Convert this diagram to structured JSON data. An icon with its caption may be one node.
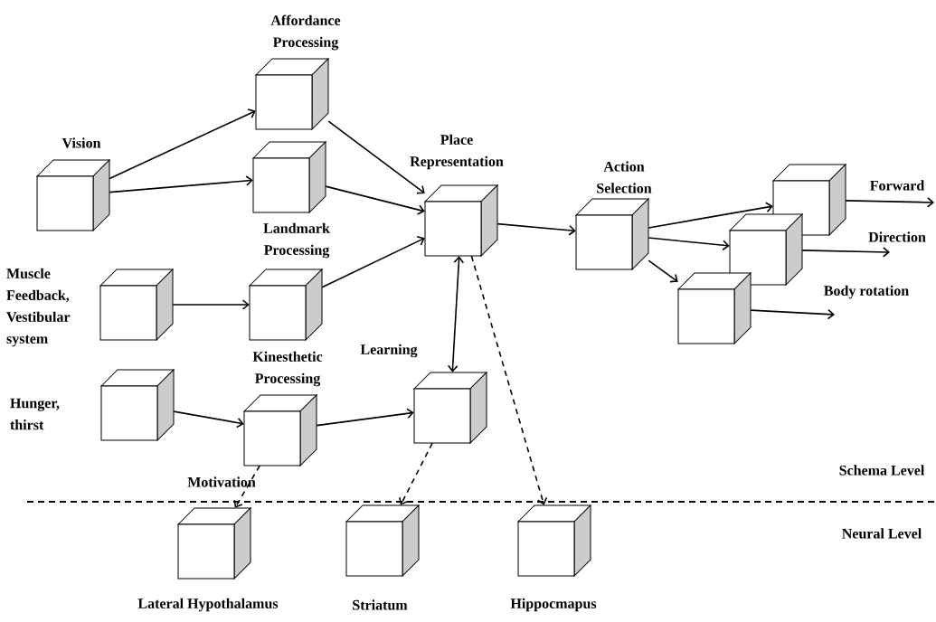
{
  "diagram": {
    "nodes": [
      {
        "text": [
          "Vision"
        ]
      },
      {
        "text": [
          "Affordance Processing"
        ]
      },
      {
        "text": [
          "Landmark Processing"
        ]
      },
      {
        "text": [
          "Muscle Feedback, Vestibular system"
        ]
      },
      {
        "text": [
          "Kinesthetic Processing"
        ]
      },
      {
        "text": [
          "Hunger, thirst"
        ]
      },
      {
        "text": [
          "Motivation"
        ]
      },
      {
        "text": [
          "Learning"
        ]
      },
      {
        "text": [
          "Place Representation"
        ]
      },
      {
        "text": [
          "Action Selection"
        ]
      },
      {
        "text": [],
        "shape": "cube"
      },
      {
        "text": [],
        "shape": "cube"
      },
      {
        "text": [],
        "shape": "cube"
      },
      {
        "text": [
          "Lateral Hypothalamus"
        ]
      },
      {
        "text": [
          "Striatum"
        ]
      },
      {
        "text": [
          "Hippocmapus"
        ]
      }
    ],
    "edges": [
      {
        "from": 0,
        "to": 1,
        "arrow": "to"
      },
      {
        "from": 0,
        "to": 2,
        "arrow": "to"
      },
      {
        "from": 1,
        "to": 8,
        "arrow": "to"
      },
      {
        "from": 2,
        "to": 8,
        "arrow": "to"
      },
      {
        "from": 3,
        "to": 4,
        "arrow": "to"
      },
      {
        "from": 4,
        "to": 8,
        "arrow": "to"
      },
      {
        "from": 5,
        "to": 6,
        "arrow": "to"
      },
      {
        "from": 6,
        "to": 7,
        "arrow": "to"
      },
      {
        "from": 8,
        "to": 7,
        "arrow": "both"
      },
      {
        "from": 8,
        "to": 9,
        "arrow": "to"
      },
      {
        "from": 9,
        "to": 10,
        "arrow": "to"
      },
      {
        "from": 9,
        "to": 11,
        "arrow": "to"
      },
      {
        "from": 9,
        "to": 12,
        "arrow": "to"
      },
      {
        "from": 10,
        "to": null,
        "arrow": "to",
        "label": "Forward"
      },
      {
        "from": 11,
        "to": null,
        "arrow": "to",
        "label": "Direction"
      },
      {
        "from": 12,
        "to": null,
        "arrow": "to",
        "label": "Body rotation"
      },
      {
        "from": 6,
        "to": 13,
        "arrow": "to",
        "style": "dashed"
      },
      {
        "from": 7,
        "to": 14,
        "arrow": "to",
        "style": "dashed"
      },
      {
        "from": 8,
        "to": 15,
        "arrow": "to",
        "style": "dashed"
      }
    ],
    "labels": [
      "Schema Level",
      "Neural Level"
    ]
  }
}
